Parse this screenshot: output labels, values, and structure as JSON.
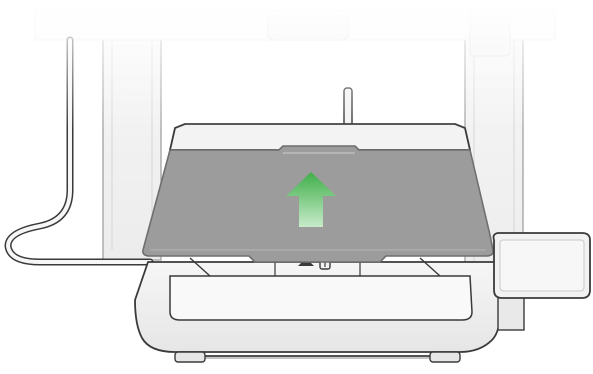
{
  "illustration": {
    "subject": "3d-printer-front-view",
    "step": "slide-build-plate-onto-heatbed",
    "arrow_direction": "up",
    "colors": {
      "background": "#ffffff",
      "frame_fill": "#f4f4f4",
      "frame_stroke": "#3a3a3a",
      "build_plate": "#9c9c9c",
      "build_plate_edge": "#7e7e7e",
      "arrow_top": "#3fae49",
      "arrow_bottom": "#bfe6c2",
      "screen_fill": "#f0f0f0"
    }
  }
}
